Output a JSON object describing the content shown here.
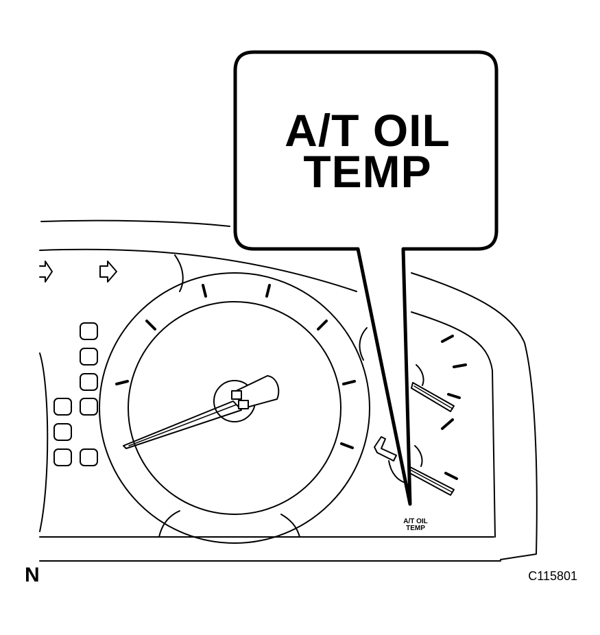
{
  "callout": {
    "line1": "A/T OIL",
    "line2": "TEMP"
  },
  "gauge_label": {
    "line1": "A/T OIL",
    "line2": "TEMP"
  },
  "corner_letter": "N",
  "figure_id": "C115801",
  "colors": {
    "ink": "#000000",
    "paper": "#ffffff"
  }
}
